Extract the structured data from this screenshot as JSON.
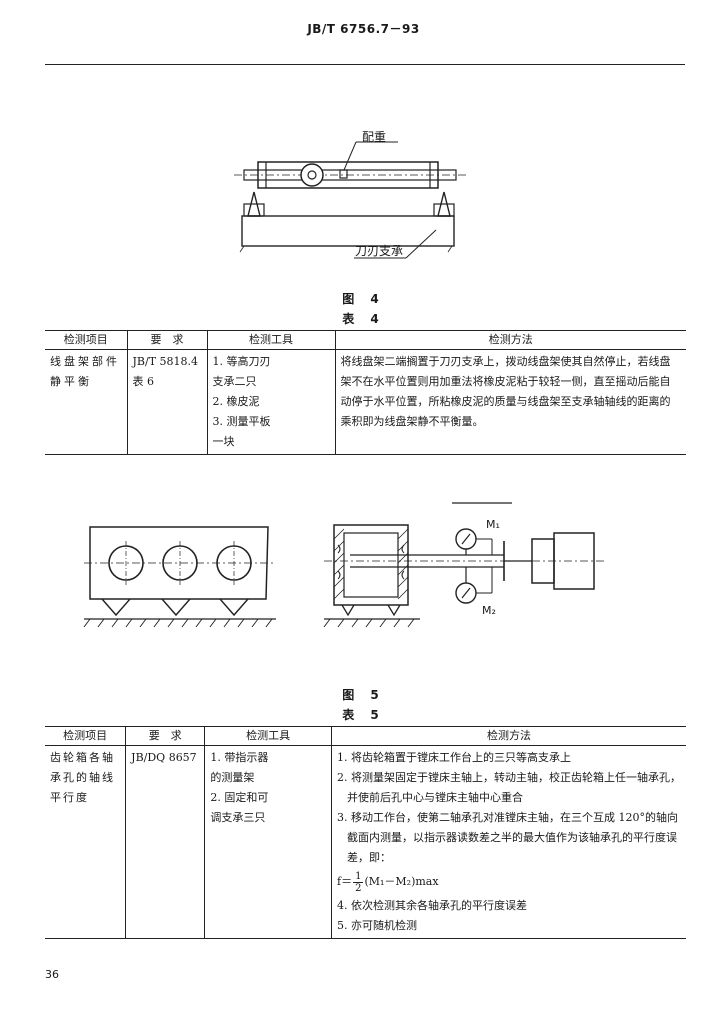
{
  "header": {
    "standard_number": "JB/T 6756.7－93"
  },
  "figure4": {
    "label_counterweight": "配重",
    "label_knife_support": "刀刃支承",
    "caption": "图 4"
  },
  "table4": {
    "caption": "表 4",
    "columns": [
      "检测项目",
      "要　求",
      "检测工具",
      "检测方法"
    ],
    "row": {
      "item": "线盘架部件静平衡",
      "requirement": [
        "JB/T 5818.4",
        "表 6"
      ],
      "tools": [
        "1. 等高刀刃",
        "支承二只",
        "2. 橡皮泥",
        "3. 测量平板",
        "一块"
      ],
      "method": [
        "将线盘架二端搁置于刀刃支承上，拨动线盘架使其自然停止，若线盘",
        "架不在水平位置则用加重法将橡皮泥粘于较轻一侧，直至摇动后能自",
        "动停于水平位置，所粘橡皮泥的质量与线盘架至支承轴轴线的距离的",
        "乘积即为线盘架静不平衡量。"
      ]
    }
  },
  "figure5": {
    "label_m1": "M₁",
    "label_m2": "M₂",
    "caption": "图 5"
  },
  "table5": {
    "caption": "表 5",
    "columns": [
      "检测项目",
      "要　求",
      "检测工具",
      "检测方法"
    ],
    "row": {
      "item": [
        "齿轮箱各轴",
        "承孔的轴线",
        "平行度"
      ],
      "requirement": "JB/DQ 8657",
      "tools": [
        "1. 带指示器",
        "的测量架",
        "2. 固定和可",
        "调支承三只"
      ],
      "method_lines": [
        "1. 将齿轮箱置于镗床工作台上的三只等高支承上",
        "2. 将测量架固定于镗床主轴上，转动主轴，校正齿轮箱上任一轴承孔，",
        "并使前后孔中心与镗床主轴中心重合",
        "3. 移动工作台，使第二轴承孔对准镗床主轴，在三个互成 120°的轴向",
        "截面内测量，以指示器读数差之半的最大值作为该轴承孔的平行度误",
        "差，即："
      ],
      "formula_prefix": "f＝",
      "formula_num": "1",
      "formula_den": "2",
      "formula_body": "(M₁－M₂)max",
      "method_tail": [
        "4. 依次检测其余各轴承孔的平行度误差",
        "5. 亦可随机检测"
      ]
    }
  },
  "page_number": "36"
}
